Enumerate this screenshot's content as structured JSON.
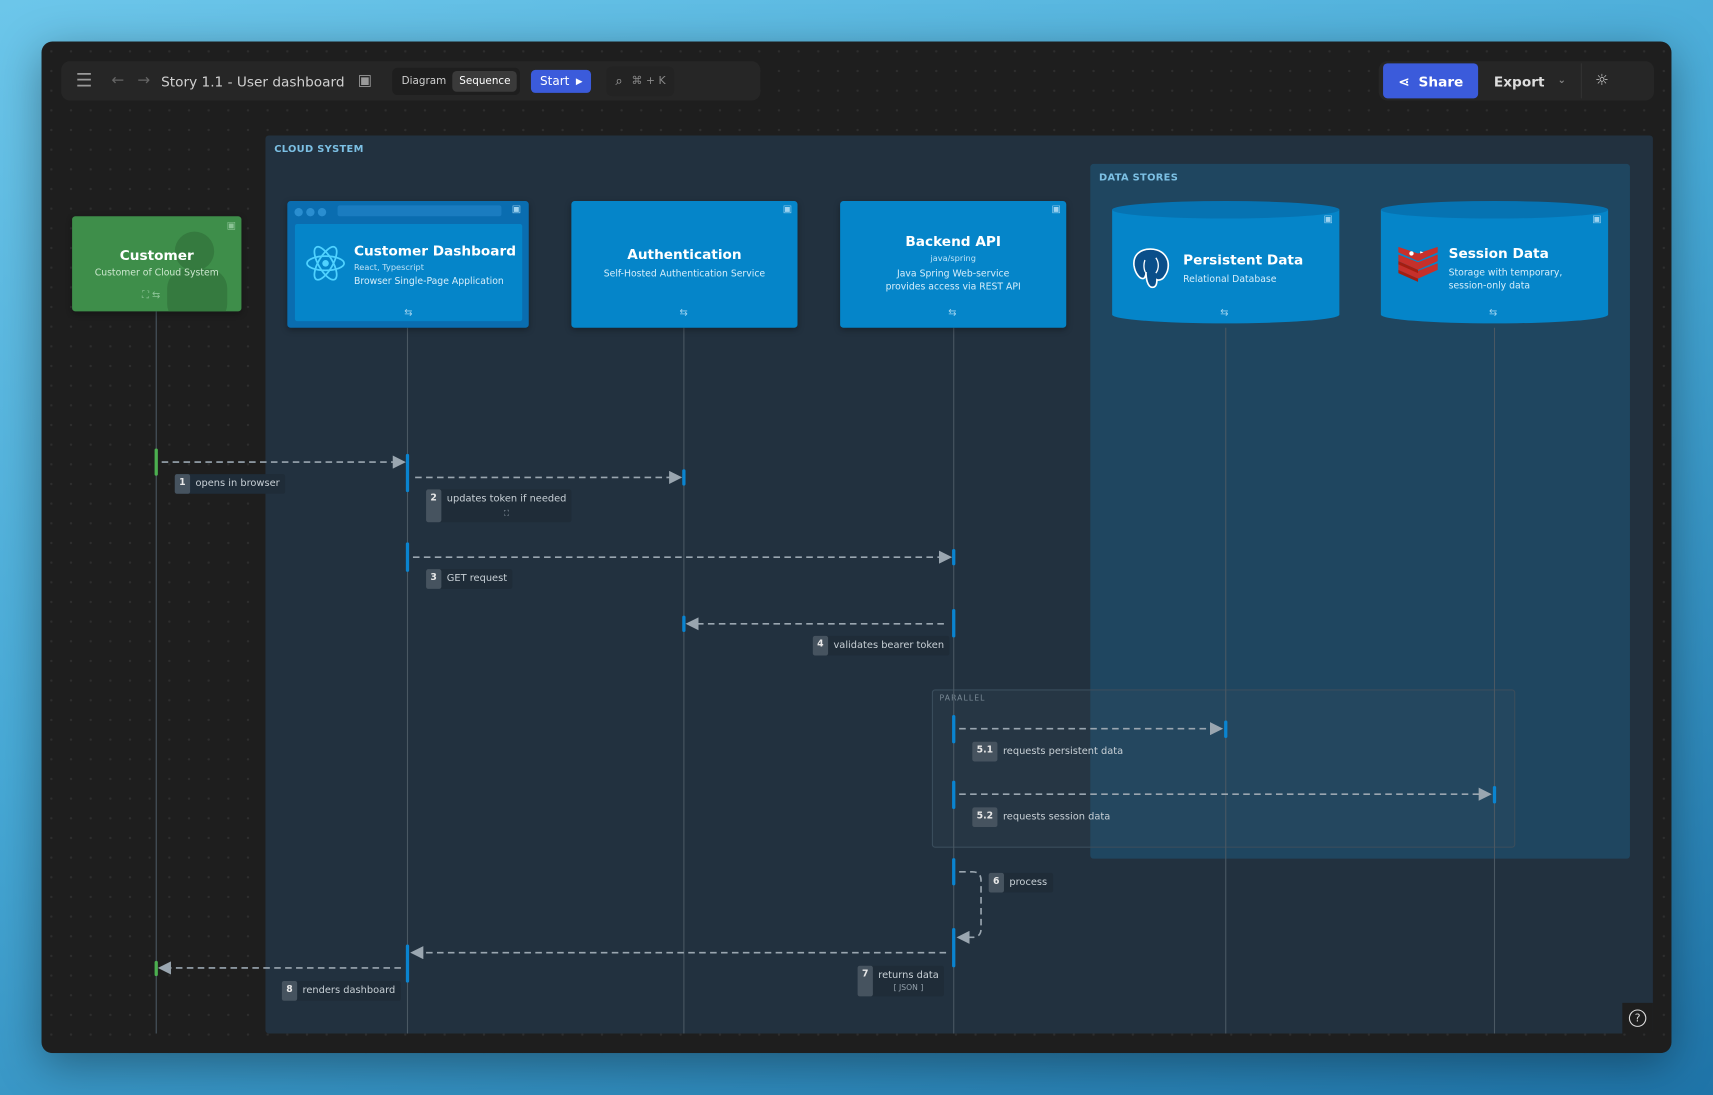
{
  "toolbar": {
    "title": "Story 1.1 - User dashboard",
    "view_modes": [
      "Diagram",
      "Sequence"
    ],
    "active_view": "Sequence",
    "start_label": "Start",
    "search_shortcut": "⌘ + K",
    "share_label": "Share",
    "export_label": "Export"
  },
  "groups": {
    "cloud": "CLOUD SYSTEM",
    "datastores": "DATA STORES",
    "parallel": "PARALLEL"
  },
  "actors": {
    "customer": {
      "name": "Customer",
      "desc": "Customer of Cloud System",
      "color": "#3e8e4a"
    },
    "dashboard": {
      "name": "Customer Dashboard",
      "tech": "React, Typescript",
      "desc": "Browser Single-Page Application"
    },
    "auth": {
      "name": "Authentication",
      "desc": "Self-Hosted Authentication Service"
    },
    "backend": {
      "name": "Backend API",
      "tech": "java/spring",
      "desc1": "Java Spring Web-service",
      "desc2": "provides access via REST API"
    },
    "persistent": {
      "name": "Persistent Data",
      "desc": "Relational Database"
    },
    "session": {
      "name": "Session Data",
      "desc1": "Storage with temporary,",
      "desc2": "session-only data"
    }
  },
  "messages": [
    {
      "num": "1",
      "label": "opens in browser"
    },
    {
      "num": "2",
      "label": "updates token if needed"
    },
    {
      "num": "3",
      "label": "GET request"
    },
    {
      "num": "4",
      "label": "validates bearer token"
    },
    {
      "num": "5.1",
      "label": "requests persistent data"
    },
    {
      "num": "5.2",
      "label": "requests session data"
    },
    {
      "num": "6",
      "label": "process"
    },
    {
      "num": "7",
      "label": "returns data",
      "sub": "[ JSON ]"
    },
    {
      "num": "8",
      "label": "renders dashboard"
    }
  ],
  "help": "?",
  "colors": {
    "accent": "#3b5bdb",
    "component": "#0585c9",
    "person": "#3e8e4a",
    "canvas": "#1e1e1e",
    "group": "#22313f"
  }
}
